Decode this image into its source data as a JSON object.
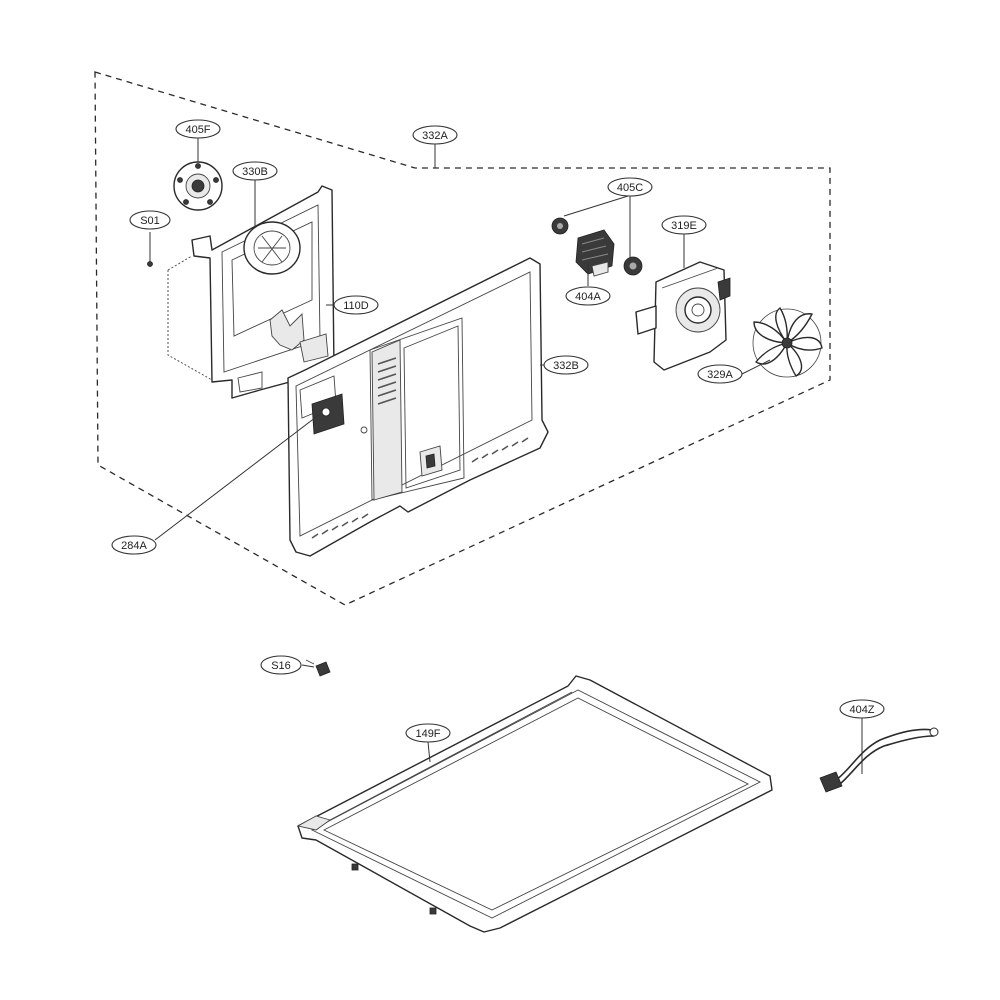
{
  "diagram": {
    "type": "exploded-parts-view",
    "line_color": "#2a2a2a",
    "background": "#ffffff",
    "parts": [
      {
        "id": "332A",
        "label": "332A"
      },
      {
        "id": "405F",
        "label": "405F"
      },
      {
        "id": "330B",
        "label": "330B"
      },
      {
        "id": "S01",
        "label": "S01"
      },
      {
        "id": "110D",
        "label": "110D"
      },
      {
        "id": "332B",
        "label": "332B"
      },
      {
        "id": "405C",
        "label": "405C"
      },
      {
        "id": "319E",
        "label": "319E"
      },
      {
        "id": "404A",
        "label": "404A"
      },
      {
        "id": "329A",
        "label": "329A"
      },
      {
        "id": "284A",
        "label": "284A"
      },
      {
        "id": "S16",
        "label": "S16"
      },
      {
        "id": "149F",
        "label": "149F"
      },
      {
        "id": "404Z",
        "label": "404Z"
      }
    ]
  }
}
